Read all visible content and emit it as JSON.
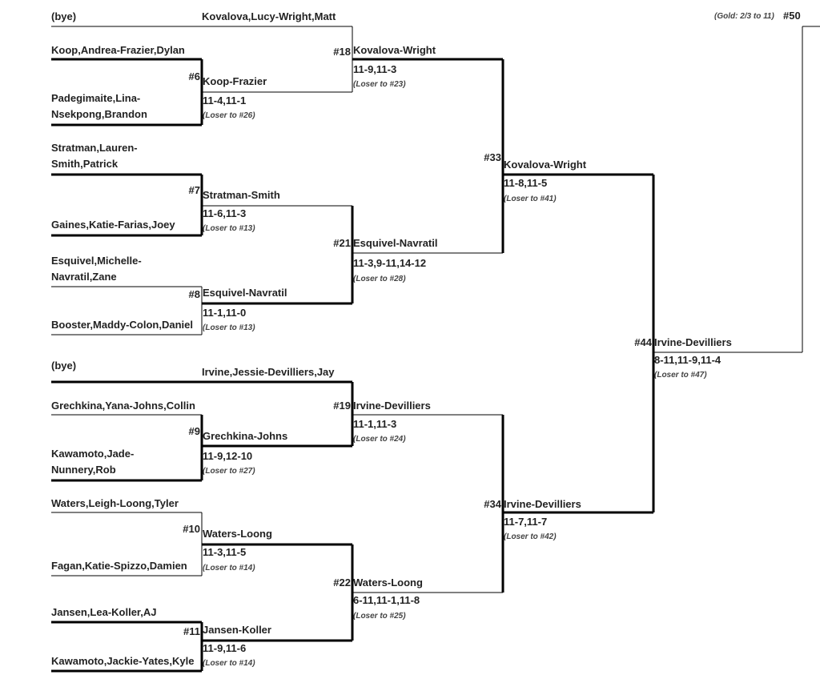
{
  "bracket": {
    "gold_note": "(Gold: 2/3 to 11)",
    "final_match_no": "#50",
    "entrants": {
      "bye1": "(bye)",
      "kovalova_wright_full": "Kovalova,Lucy-Wright,Matt",
      "koop_frazier_full": "Koop,Andrea-Frazier,Dylan",
      "padegimaite_1": "Padegimaite,Lina-",
      "padegimaite_2": "Nsekpong,Brandon",
      "stratman_1": "Stratman,Lauren-",
      "stratman_2": "Smith,Patrick",
      "gaines_full": "Gaines,Katie-Farias,Joey",
      "esquivel_1": "Esquivel,Michelle-",
      "esquivel_2": "Navratil,Zane",
      "booster_full": "Booster,Maddy-Colon,Daniel",
      "bye2": "(bye)",
      "irvine_full": "Irvine,Jessie-Devilliers,Jay",
      "grechkina_full": "Grechkina,Yana-Johns,Collin",
      "kawamoto_1": "Kawamoto,Jade-",
      "kawamoto_2": "Nunnery,Rob",
      "waters_full": "Waters,Leigh-Loong,Tyler",
      "fagan_full": "Fagan,Katie-Spizzo,Damien",
      "jansen_full": "Jansen,Lea-Koller,AJ",
      "kawamoto_j_full": "Kawamoto,Jackie-Yates,Kyle"
    },
    "matches": {
      "m6": {
        "no": "#6",
        "winner": "Koop-Frazier",
        "score": "11-4,11-1",
        "loser": "(Loser to #26)"
      },
      "m7": {
        "no": "#7",
        "winner": "Stratman-Smith",
        "score": "11-6,11-3",
        "loser": "(Loser to #13)"
      },
      "m8": {
        "no": "#8",
        "winner": "Esquivel-Navratil",
        "score": "11-1,11-0",
        "loser": "(Loser to #13)"
      },
      "m9": {
        "no": "#9",
        "winner": "Grechkina-Johns",
        "score": "11-9,12-10",
        "loser": "(Loser to #27)"
      },
      "m10": {
        "no": "#10",
        "winner": "Waters-Loong",
        "score": "11-3,11-5",
        "loser": "(Loser to #14)"
      },
      "m11": {
        "no": "#11",
        "winner": "Jansen-Koller",
        "score": "11-9,11-6",
        "loser": "(Loser to #14)"
      },
      "m18": {
        "no": "#18",
        "winner": "Kovalova-Wright",
        "score": "11-9,11-3",
        "loser": "(Loser to #23)"
      },
      "m19": {
        "no": "#19",
        "winner": "Irvine-Devilliers",
        "score": "11-1,11-3",
        "loser": "(Loser to #24)"
      },
      "m21": {
        "no": "#21",
        "winner": "Esquivel-Navratil",
        "score": "11-3,9-11,14-12",
        "loser": "(Loser to #28)"
      },
      "m22": {
        "no": "#22",
        "winner": "Waters-Loong",
        "score": "6-11,11-1,11-8",
        "loser": "(Loser to #25)"
      },
      "m33": {
        "no": "#33",
        "winner": "Kovalova-Wright",
        "score": "11-8,11-5",
        "loser": "(Loser to #41)"
      },
      "m34": {
        "no": "#34",
        "winner": "Irvine-Devilliers",
        "score": "11-7,11-7",
        "loser": "(Loser to #42)"
      },
      "m44": {
        "no": "#44",
        "winner": "Irvine-Devilliers",
        "score": "8-11,11-9,11-4",
        "loser": "(Loser to #47)"
      }
    }
  }
}
